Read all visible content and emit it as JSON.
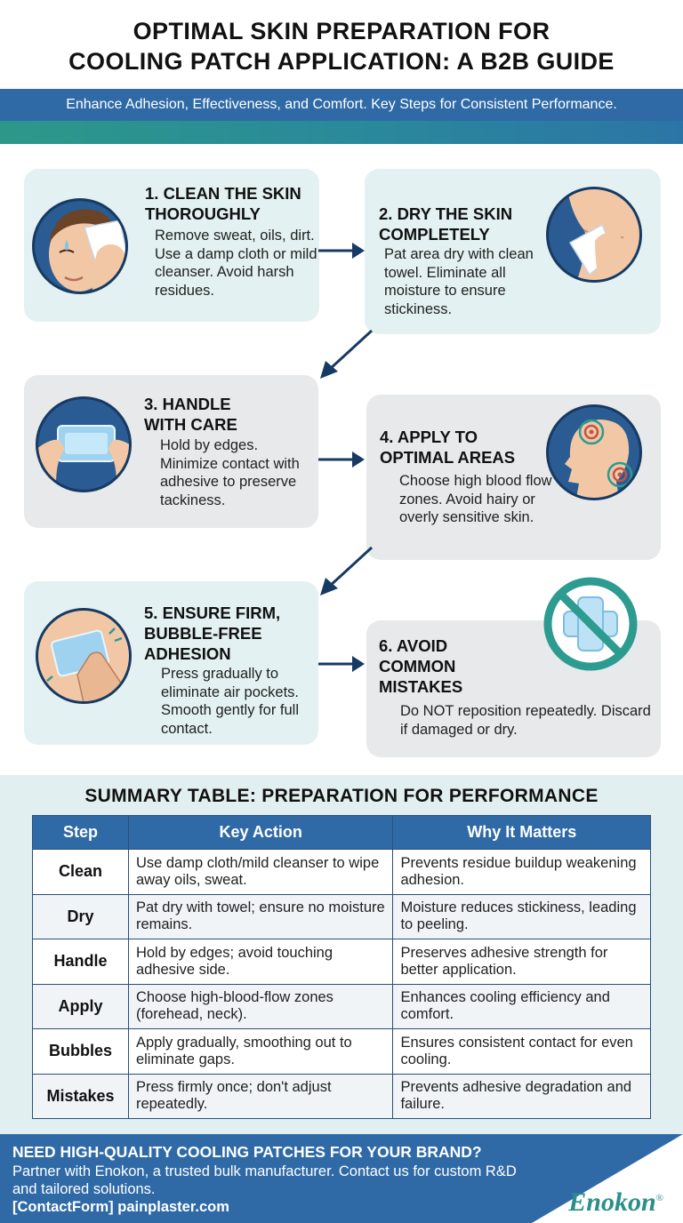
{
  "header": {
    "title_line1": "OPTIMAL SKIN PREPARATION FOR",
    "title_line2": "COOLING PATCH APPLICATION: A B2B GUIDE",
    "subtitle": "Enhance Adhesion, Effectiveness, and Comfort. Key Steps for Consistent Performance."
  },
  "steps": [
    {
      "title": "1. CLEAN THE SKIN\nTHOROUGHLY",
      "desc": "Remove sweat, oils, dirt. Use a damp cloth or mild cleanser. Avoid harsh residues.",
      "icon": "face-wipe-icon"
    },
    {
      "title": "2. DRY THE SKIN\nCOMPLETELY",
      "desc": "Pat area dry with clean towel. Eliminate all moisture to ensure stickiness.",
      "icon": "towel-dry-icon"
    },
    {
      "title": "3. HANDLE\nWITH CARE",
      "desc": "Hold by edges. Minimize contact with adhesive to preserve tackiness.",
      "icon": "hands-patch-icon"
    },
    {
      "title": "4. APPLY TO\nOPTIMAL AREAS",
      "desc": "Choose high blood flow zones. Avoid hairy or overly sensitive skin.",
      "icon": "head-target-icon"
    },
    {
      "title": "5. ENSURE FIRM,\nBUBBLE-FREE\nADHESION",
      "desc": "Press gradually to eliminate air pockets. Smooth gently for full contact.",
      "icon": "finger-press-icon"
    },
    {
      "title": "6. AVOID\nCOMMON\nMISTAKES",
      "desc": "Do NOT reposition repeatedly. Discard if damaged or dry.",
      "icon": "prohibited-patch-icon"
    }
  ],
  "summary": {
    "title": "SUMMARY TABLE: PREPARATION FOR PERFORMANCE",
    "headers": [
      "Step",
      "Key Action",
      "Why It Matters"
    ],
    "rows": [
      [
        "Clean",
        "Use damp cloth/mild cleanser to wipe away oils, sweat.",
        "Prevents residue buildup weakening adhesion."
      ],
      [
        "Dry",
        "Pat dry with towel; ensure no moisture remains.",
        "Moisture reduces stickiness, leading to peeling."
      ],
      [
        "Handle",
        "Hold by edges; avoid touching adhesive side.",
        "Preserves adhesive strength for better application."
      ],
      [
        "Apply",
        "Choose high-blood-flow zones (forehead, neck).",
        "Enhances cooling efficiency and comfort."
      ],
      [
        "Bubbles",
        "Apply gradually, smoothing out to eliminate gaps.",
        "Ensures consistent contact for even cooling."
      ],
      [
        "Mistakes",
        "Press firmly once; don't adjust repeatedly.",
        "Prevents adhesive degradation and failure."
      ]
    ]
  },
  "footer": {
    "headline": "NEED HIGH-QUALITY COOLING PATCHES FOR YOUR BRAND?",
    "body": "Partner with Enokon, a trusted bulk manufacturer. Contact us for custom R&D and tailored solutions.",
    "contact": "[ContactForm] painplaster.com",
    "brand": "Enokon",
    "brand_mark": "®"
  },
  "colors": {
    "primary_blue": "#2f6aa7",
    "teal": "#2d9b8f",
    "navy": "#173a62",
    "card_teal": "#e3f1f2",
    "card_grey": "#e7e9ea"
  }
}
